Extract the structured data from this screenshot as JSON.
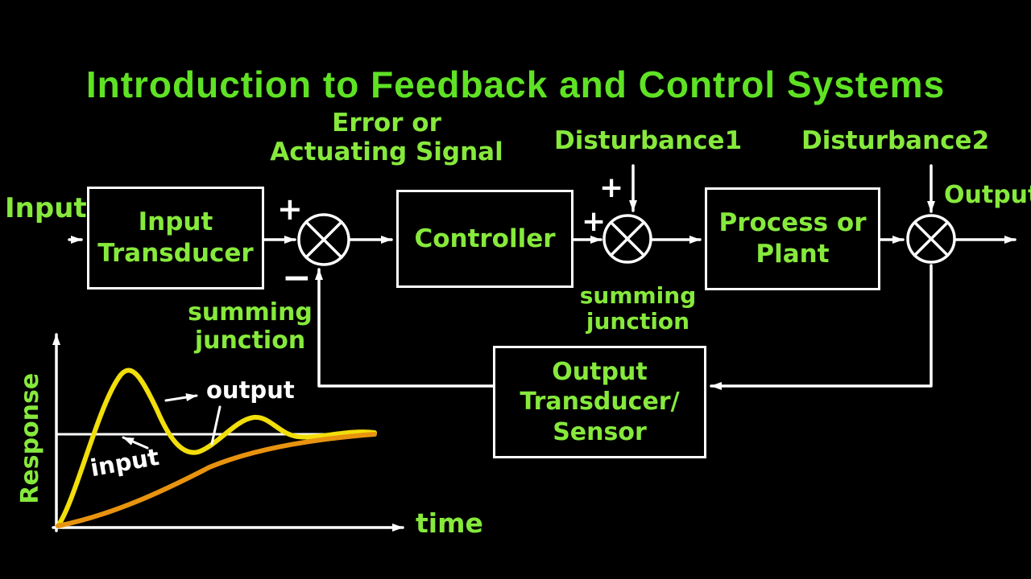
{
  "title": "Introduction to Feedback and Control Systems",
  "colors": {
    "background": "#000000",
    "title-green": "#5fe224",
    "label-green": "#86e93c",
    "white": "#ffffff",
    "yellow": "#f2de0a",
    "orange": "#e8930f"
  },
  "diagram": {
    "blocks": {
      "input_transducer": "Input\nTransducer",
      "controller": "Controller",
      "process_plant": "Process or\nPlant",
      "output_transducer": "Output\nTransducer/\nSensor"
    },
    "labels": {
      "input": "Input",
      "output": "Output",
      "error_signal": "Error or\nActuating Signal",
      "disturbance1": "Disturbance1",
      "disturbance2": "Disturbance2",
      "summing_junction_1": "summing\njunction",
      "summing_junction_2": "summing\njunction"
    },
    "signs": {
      "plus": "+",
      "minus": "−"
    }
  },
  "plot": {
    "ylabel": "Response",
    "xlabel": "time",
    "curve_labels": {
      "output": "output",
      "input": "input"
    }
  }
}
